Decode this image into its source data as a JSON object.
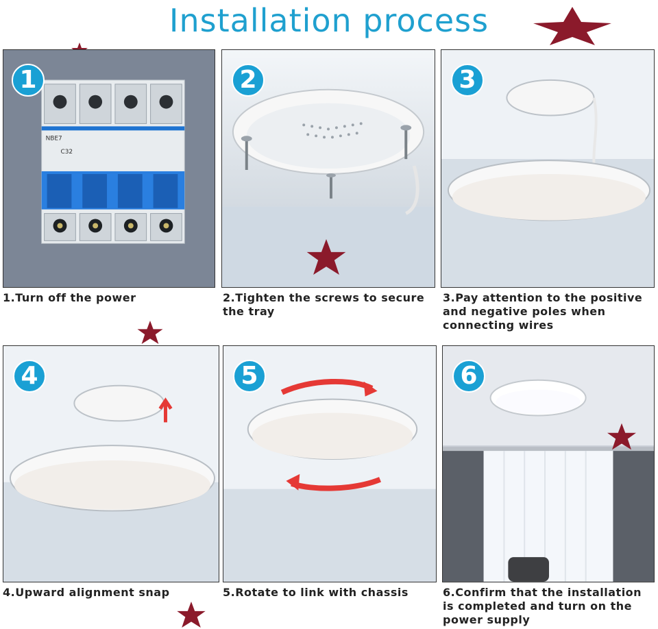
{
  "title": "Installation process",
  "steps": [
    {
      "number": "1",
      "caption": "1.Turn off the power",
      "breaker_label": "NBE7",
      "breaker_rating": "C32"
    },
    {
      "number": "2",
      "caption": "2.Tighten the screws to secure the tray"
    },
    {
      "number": "3",
      "caption": "3.Pay attention to the positive and negative poles when connecting wires"
    },
    {
      "number": "4",
      "caption": "4.Upward alignment snap"
    },
    {
      "number": "5",
      "caption": "5.Rotate to link with chassis"
    },
    {
      "number": "6",
      "caption": "6.Confirm that the installation is completed and turn on the power supply"
    }
  ],
  "colors": {
    "title": "#1fa0cf",
    "badge": "#1aa0d4",
    "star": "#8b1a2b",
    "arrow": "#e53935"
  }
}
